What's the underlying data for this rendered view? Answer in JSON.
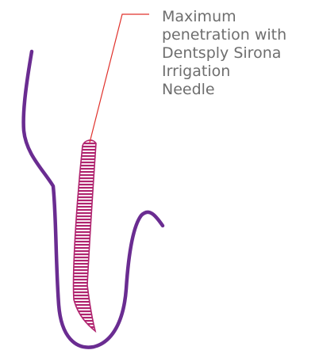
{
  "annotation": {
    "lines": [
      "Maximum",
      "penetration with",
      "Dentsply Sirona",
      "Irrigation",
      "Needle"
    ]
  },
  "colors": {
    "canal_outline": "#6a2c91",
    "needle": "#b0246f",
    "leader_line": "#e0312b",
    "text": "#6e6e6e"
  },
  "icons": [
    "root-canal-outline",
    "irrigation-needle"
  ]
}
